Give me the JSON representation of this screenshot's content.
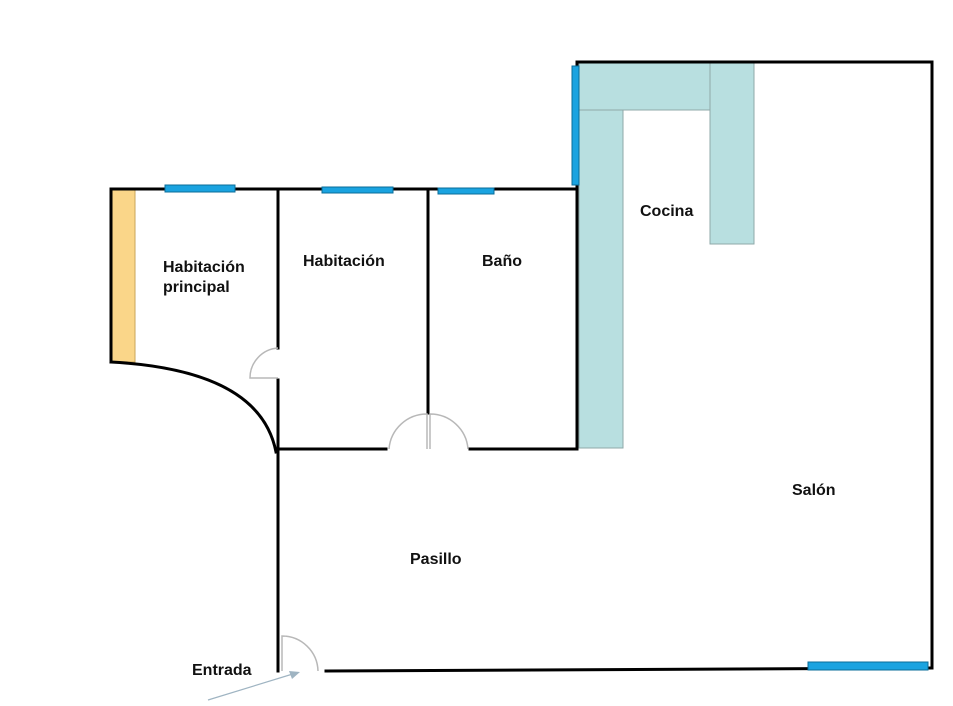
{
  "rooms": {
    "master_bedroom": {
      "line1": "Habitación",
      "line2": "principal"
    },
    "bedroom": "Habitación",
    "bathroom": "Baño",
    "kitchen": "Cocina",
    "living_room": "Salón",
    "hallway": "Pasillo",
    "entrance": "Entrada"
  },
  "colors": {
    "wall": "#000000",
    "window": "#1aa3e0",
    "kitchen_counter": "#b8dfe0",
    "closet": "#fad689",
    "door": "#b8b8b8"
  }
}
